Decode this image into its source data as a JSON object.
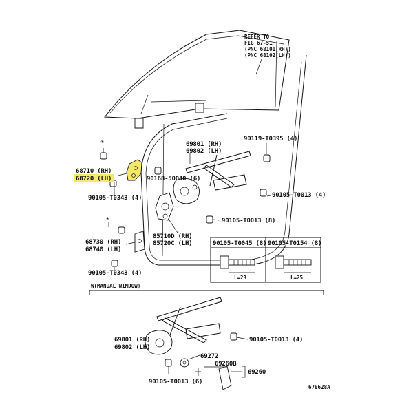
{
  "refer_note": [
    "REFER TO",
    "FIG 67-51",
    "(PNC 68101(RH))",
    "(PNC 68102(LH))"
  ],
  "labels": {
    "p68710": "68710 (RH)",
    "p68720": "68720 (LH)",
    "p69801_top": "69801 (RH)",
    "p69802_top": "69802 (LH)",
    "p90119": "90119-T0395 (4)",
    "p90168": "90168-50040 (6)",
    "p90105_t0343_a": "90105-T0343 (4)",
    "p90105_t0013_a": "90105-T0013 (4)",
    "p90105_t0013_b": "90105-T0013 (8)",
    "p68730": "68730 (RH)",
    "p68740": "68740 (LH)",
    "p85710": "85710D (RH)",
    "p85720": "85720C (LH)",
    "p90105_t0343_b": "90105-T0343 (4)",
    "bolt_a": "90105-T0045 (8)",
    "bolt_b": "90105-T0154 (8)",
    "bolt_a_len": "L=23",
    "bolt_b_len": "L=25",
    "manual_window": "W(MANUAL WINDOW)",
    "p69801_bot": "69801 (RH)",
    "p69802_bot": "69802 (LH)",
    "p90105_t0013_c": "90105-T0013 (4)",
    "p69272": "69272",
    "p69260b": "69260B",
    "p69260": "69260",
    "p90105_t0013_d": "90105-T0013 (6)",
    "fig_code": "678628A"
  },
  "colors": {
    "highlight": "#f4e86a",
    "ink": "#111111"
  },
  "icons": [
    "bolt-icon",
    "clip-icon",
    "motor-icon",
    "regulator-icon",
    "handle-icon"
  ]
}
